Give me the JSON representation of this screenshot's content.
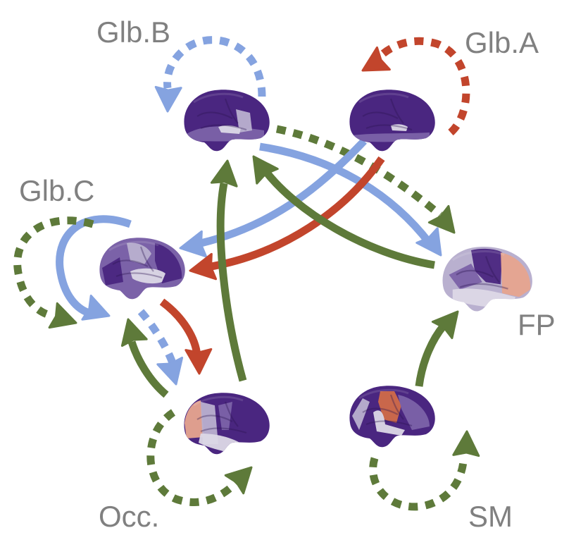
{
  "title": "Network effective connectivity diagram",
  "colors": {
    "label": "#808080",
    "glb_a": "#c2452c",
    "glb_b": "#85a3e0",
    "others": "#5e7a3a",
    "brain_dark": "#4a2680",
    "brain_mid": "#7b62a8",
    "brain_light": "#b9b0cf",
    "brain_pale": "#dcd8e6",
    "brain_salmon": "#e6a48e",
    "brain_orange": "#d06a48"
  },
  "nodes": [
    {
      "id": "glb_b",
      "label": "Glb.B",
      "brain_pattern": "mostly dark purple, light temporal band"
    },
    {
      "id": "glb_a",
      "label": "Glb.A",
      "brain_pattern": "uniform dark purple"
    },
    {
      "id": "glb_c",
      "label": "Glb.C",
      "brain_pattern": "mixed purple with pale central strip"
    },
    {
      "id": "fp",
      "label": "FP",
      "brain_pattern": "salmon frontal, dark parietal, pale temporal"
    },
    {
      "id": "occ",
      "label": "Occ.",
      "brain_pattern": "salmon occipital, pale temporal, dark frontal"
    },
    {
      "id": "sm",
      "label": "SM",
      "brain_pattern": "orange sensorimotor strip, purple elsewhere"
    }
  ],
  "edges": [
    {
      "from": "glb_b",
      "to": "glb_b",
      "style": "dashed",
      "color": "glb_b",
      "kind": "self-loop"
    },
    {
      "from": "glb_a",
      "to": "glb_a",
      "style": "dashed",
      "color": "glb_a",
      "kind": "self-loop"
    },
    {
      "from": "glb_c",
      "to": "glb_c",
      "style": "solid",
      "color": "glb_b",
      "kind": "self-loop"
    },
    {
      "from": "glb_c",
      "to": "glb_c",
      "style": "dashed",
      "color": "others",
      "kind": "self-loop"
    },
    {
      "from": "occ",
      "to": "occ",
      "style": "dashed",
      "color": "others",
      "kind": "self-loop"
    },
    {
      "from": "sm",
      "to": "sm",
      "style": "dashed",
      "color": "others",
      "kind": "self-loop"
    },
    {
      "from": "glb_b",
      "to": "fp",
      "style": "solid",
      "color": "glb_b"
    },
    {
      "from": "glb_b",
      "to": "fp",
      "style": "dashed",
      "color": "others"
    },
    {
      "from": "glb_a",
      "to": "glb_c",
      "style": "solid",
      "color": "glb_b"
    },
    {
      "from": "glb_a",
      "to": "glb_c",
      "style": "solid",
      "color": "glb_a"
    },
    {
      "from": "fp",
      "to": "glb_b",
      "style": "solid",
      "color": "others"
    },
    {
      "from": "occ",
      "to": "glb_b",
      "style": "solid",
      "color": "others"
    },
    {
      "from": "glb_c",
      "to": "occ",
      "style": "solid",
      "color": "glb_a"
    },
    {
      "from": "glb_c",
      "to": "occ",
      "style": "dashed",
      "color": "glb_b"
    },
    {
      "from": "occ",
      "to": "glb_c",
      "style": "solid",
      "color": "others"
    },
    {
      "from": "sm",
      "to": "fp",
      "style": "solid",
      "color": "others"
    }
  ]
}
